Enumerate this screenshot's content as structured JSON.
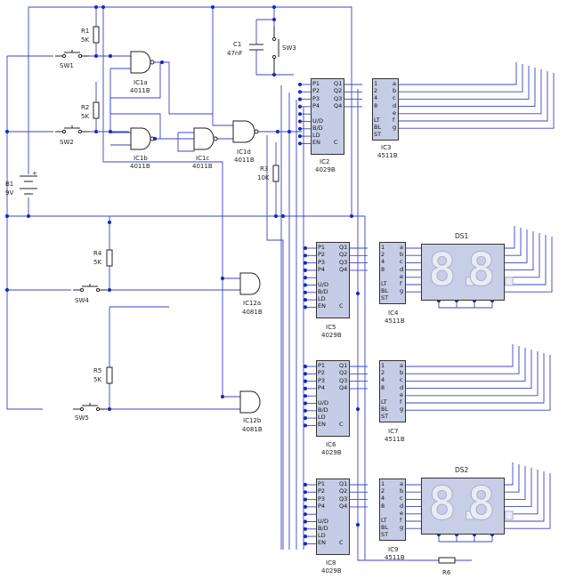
{
  "components": {
    "r1": {
      "ref": "R1",
      "value": "5K"
    },
    "r2": {
      "ref": "R2",
      "value": "5K"
    },
    "r3": {
      "ref": "R3",
      "value": "10K"
    },
    "r4": {
      "ref": "R4",
      "value": "5K"
    },
    "r5": {
      "ref": "R5",
      "value": "5K"
    },
    "r6": {
      "ref": "R6"
    },
    "c1": {
      "ref": "C1",
      "value": "47nF"
    },
    "b1": {
      "ref": "B1",
      "value": "9V"
    },
    "sw1": {
      "ref": "SW1"
    },
    "sw2": {
      "ref": "SW2"
    },
    "sw3": {
      "ref": "SW3"
    },
    "sw4": {
      "ref": "SW4"
    },
    "sw5": {
      "ref": "SW5"
    },
    "ic1a": {
      "ref": "IC1a",
      "part": "4011B"
    },
    "ic1b": {
      "ref": "IC1b",
      "part": "4011B"
    },
    "ic1c": {
      "ref": "IC1c",
      "part": "4011B"
    },
    "ic1d": {
      "ref": "IC1d",
      "part": "4011B"
    },
    "ic12a": {
      "ref": "IC12a",
      "part": "4081B"
    },
    "ic12b": {
      "ref": "IC12b",
      "part": "4081B"
    },
    "ic2": {
      "ref": "IC2",
      "part": "4029B"
    },
    "ic5": {
      "ref": "IC5",
      "part": "4029B"
    },
    "ic6": {
      "ref": "IC6",
      "part": "4029B"
    },
    "ic8": {
      "ref": "IC8",
      "part": "4029B"
    },
    "ic3": {
      "ref": "IC3",
      "part": "4511B"
    },
    "ic4": {
      "ref": "IC4",
      "part": "4511B"
    },
    "ic7": {
      "ref": "IC7",
      "part": "4511B"
    },
    "ic9": {
      "ref": "IC9",
      "part": "4511B"
    },
    "ds1": {
      "ref": "DS1"
    },
    "ds2": {
      "ref": "DS2"
    }
  },
  "pins": {
    "counter_left": [
      "P1",
      "P2",
      "P3",
      "P4",
      "",
      "U/D",
      "B/D",
      "LD",
      "EN"
    ],
    "counter_right": [
      "Q1",
      "Q2",
      "Q3",
      "Q4",
      "",
      "",
      "",
      "",
      "C"
    ],
    "decoder_left": [
      "1",
      "2",
      "4",
      "8",
      "",
      "LT",
      "BL",
      "ST"
    ],
    "decoder_right": [
      "a",
      "b",
      "c",
      "d",
      "e",
      "f",
      "g"
    ]
  },
  "battery_plus": "+",
  "display_digits": "8."
}
